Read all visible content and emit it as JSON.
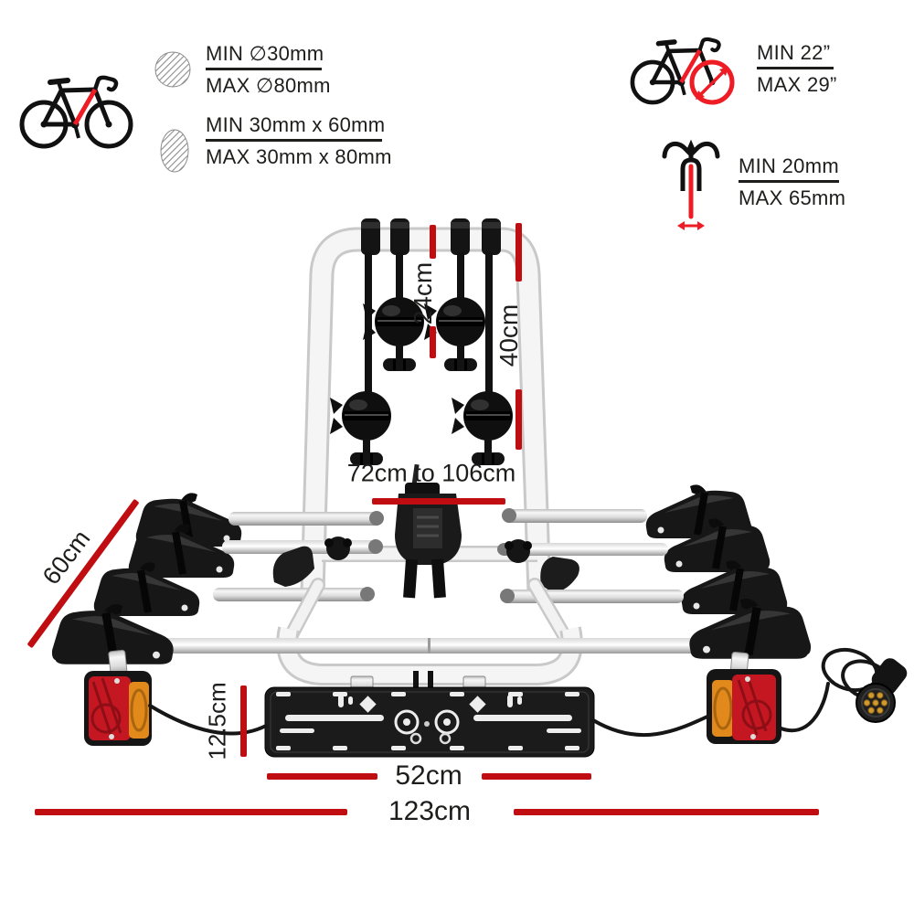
{
  "title": "Bike rack dimension infographic",
  "colors": {
    "dimension_red": "#c00d12",
    "icon_red": "#ee1c25",
    "ink": "#1d1d1b",
    "hatch_gray": "#8d8d8d",
    "tail_light_red": "#c41722",
    "tail_light_amber": "#e2891b",
    "plug_pin_gold": "#cf9a30"
  },
  "specs": {
    "frame_tube_round": {
      "min": "MIN ∅30mm",
      "max": "MAX ∅80mm"
    },
    "frame_tube_oval": {
      "min": "MIN  30mm x 60mm",
      "max": "MAX 30mm x 80mm"
    },
    "wheel_size": {
      "min": "MIN 22”",
      "max": "MAX 29”"
    },
    "fork_spacing": {
      "min": "MIN  20mm",
      "max": "MAX 65mm"
    }
  },
  "dimensions": {
    "arm_drop": "24cm",
    "frame_height": "40cm",
    "adjustable_width": "72cm to 106cm",
    "tray_length": "60cm",
    "plate_offset": "12.5cm",
    "plate_width": "52cm",
    "overall_width": "123cm"
  },
  "icons": {
    "road_bike": "road-bike-icon",
    "tube_round": "hatched-circle-icon",
    "tube_oval": "hatched-oval-icon",
    "wheel_diameter": "bike-wheel-diameter-icon",
    "fork_width": "fork-width-icon",
    "trailer_plug": "seven-pin-plug-icon"
  }
}
